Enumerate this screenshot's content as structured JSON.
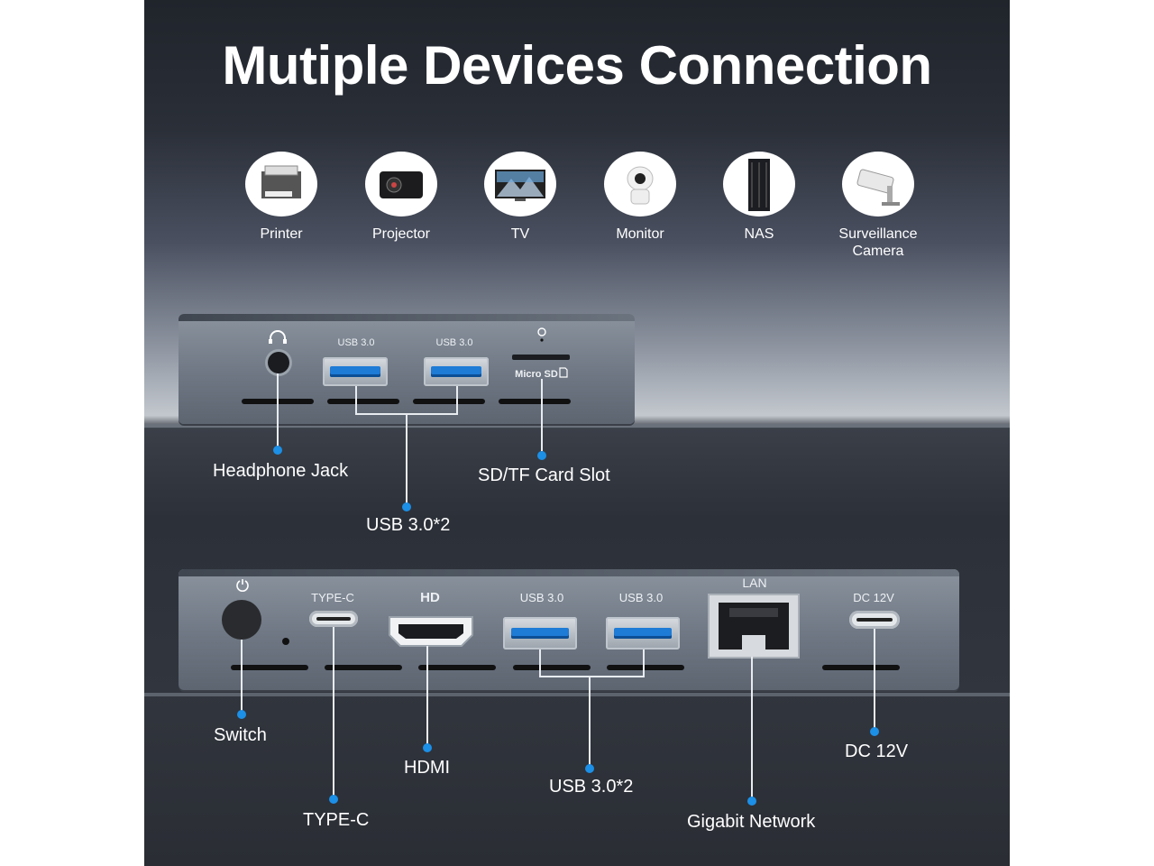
{
  "title": "Mutiple Devices Connection",
  "devices": [
    {
      "label": "Printer",
      "icon": "printer-icon"
    },
    {
      "label": "Projector",
      "icon": "projector-icon"
    },
    {
      "label": "TV",
      "icon": "tv-icon"
    },
    {
      "label": "Monitor",
      "icon": "monitor-camera-icon"
    },
    {
      "label": "NAS",
      "icon": "nas-icon"
    },
    {
      "label": "Surveillance\nCamera",
      "icon": "surveillance-camera-icon"
    }
  ],
  "front_panel": {
    "usb_a_label": "USB 3.0",
    "usb_b_label": "USB 3.0",
    "microsd_label": "Micro SD",
    "captions": {
      "headphone": "Headphone Jack",
      "usb": "USB 3.0*2",
      "sd": "SD/TF Card Slot"
    }
  },
  "rear_panel": {
    "typec_label": "TYPE-C",
    "hd_label": "HD",
    "usb_a_label": "USB 3.0",
    "usb_b_label": "USB 3.0",
    "lan_label": "LAN",
    "dc_label": "DC 12V",
    "captions": {
      "switch": "Switch",
      "typec": "TYPE-C",
      "hdmi": "HDMI",
      "usb": "USB 3.0*2",
      "lan": "Gigabit Network",
      "dc": "DC 12V"
    }
  },
  "colors": {
    "accent_dot": "#1c8fe6",
    "usb_blue": "#1e7bd6"
  }
}
